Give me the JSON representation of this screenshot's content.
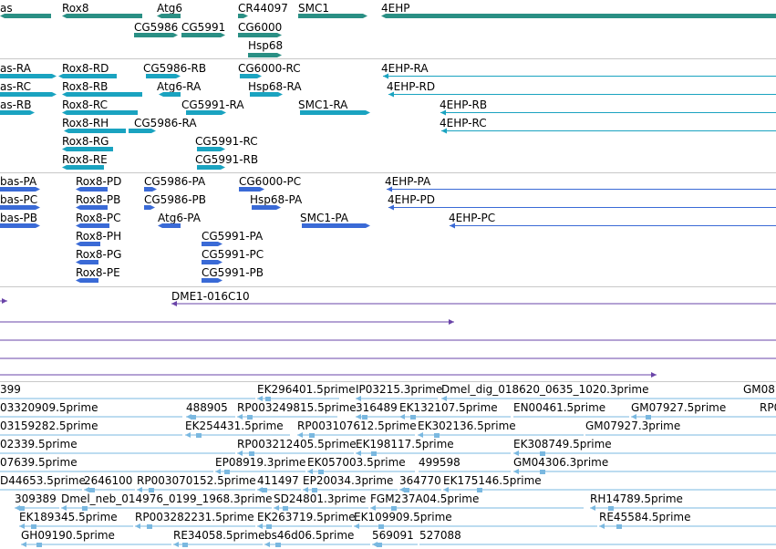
{
  "colors": {
    "genes": "#2a8f84",
    "flybase_transcripts": "#1aa3c0",
    "refseq_transcripts": "#3a6ad6",
    "contigs": "#6a44a8",
    "ests": "#7ab8e0",
    "divider": "#c8c8c8"
  },
  "tracks": {
    "genes": {
      "features": [
        {
          "label": "as",
          "seg": [
            [
              0,
              56
            ]
          ],
          "dir": "left"
        },
        {
          "label": "Rox8",
          "seg": [
            [
              68,
              156
            ]
          ],
          "dir": "left"
        },
        {
          "label": "Atg6",
          "seg": [
            [
              172,
              198
            ]
          ],
          "dir": "left"
        },
        {
          "label": "CR44097",
          "seg": [
            [
              261,
              272
            ]
          ],
          "dir": "right"
        },
        {
          "label": "SMC1",
          "seg": [
            [
              327,
              403
            ]
          ],
          "dir": "right"
        },
        {
          "label": "4EHP",
          "seg": [
            [
              418,
              851
            ]
          ],
          "dir": "left"
        },
        {
          "label": "CG5986",
          "seg": [
            [
              147,
              195
            ]
          ],
          "dir": "right"
        },
        {
          "label": "CG5991",
          "seg": [
            [
              199,
              247
            ]
          ],
          "dir": "right"
        },
        {
          "label": "CG6000",
          "seg": [
            [
              261,
              309
            ]
          ],
          "dir": "right"
        },
        {
          "label": "Hsp68",
          "seg": [
            [
              272,
              309
            ]
          ],
          "dir": "right"
        }
      ]
    },
    "flybase": {
      "features": [
        {
          "label": "as-RA",
          "dir": "right"
        },
        {
          "label": "Rox8-RD",
          "dir": "left"
        },
        {
          "label": "CG5986-RB",
          "dir": "right"
        },
        {
          "label": "CG6000-RC",
          "dir": "right"
        },
        {
          "label": "4EHP-RA",
          "dir": "left"
        },
        {
          "label": "as-RC",
          "dir": "right"
        },
        {
          "label": "Rox8-RB",
          "dir": "left"
        },
        {
          "label": "Atg6-RA",
          "dir": "left"
        },
        {
          "label": "Hsp68-RA",
          "dir": "right"
        },
        {
          "label": "4EHP-RD",
          "dir": "left"
        },
        {
          "label": "as-RB",
          "dir": "right"
        },
        {
          "label": "Rox8-RC",
          "dir": "left"
        },
        {
          "label": "CG5991-RA",
          "dir": "right"
        },
        {
          "label": "SMC1-RA",
          "dir": "right"
        },
        {
          "label": "4EHP-RB",
          "dir": "left"
        },
        {
          "label": "Rox8-RH",
          "dir": "left"
        },
        {
          "label": "CG5986-RA",
          "dir": "right"
        },
        {
          "label": "4EHP-RC",
          "dir": "left"
        },
        {
          "label": "Rox8-RG",
          "dir": "left"
        },
        {
          "label": "CG5991-RC",
          "dir": "right"
        },
        {
          "label": "Rox8-RE",
          "dir": "left"
        },
        {
          "label": "CG5991-RB",
          "dir": "right"
        }
      ]
    },
    "refseq": {
      "features": [
        {
          "label": "bas-PA",
          "dir": "right"
        },
        {
          "label": "Rox8-PD",
          "dir": "left"
        },
        {
          "label": "CG5986-PA",
          "dir": "right"
        },
        {
          "label": "CG6000-PC",
          "dir": "right"
        },
        {
          "label": "4EHP-PA",
          "dir": "left"
        },
        {
          "label": "bas-PC",
          "dir": "right"
        },
        {
          "label": "Rox8-PB",
          "dir": "left"
        },
        {
          "label": "CG5986-PB",
          "dir": "right"
        },
        {
          "label": "Hsp68-PA",
          "dir": "right"
        },
        {
          "label": "4EHP-PD",
          "dir": "left"
        },
        {
          "label": "bas-PB",
          "dir": "right"
        },
        {
          "label": "Rox8-PC",
          "dir": "left"
        },
        {
          "label": "Atg6-PA",
          "dir": "left"
        },
        {
          "label": "SMC1-PA",
          "dir": "right"
        },
        {
          "label": "4EHP-PC",
          "dir": "left"
        },
        {
          "label": "Rox8-PH",
          "dir": "left"
        },
        {
          "label": "CG5991-PA",
          "dir": "right"
        },
        {
          "label": "Rox8-PG",
          "dir": "left"
        },
        {
          "label": "CG5991-PC",
          "dir": "right"
        },
        {
          "label": "Rox8-PE",
          "dir": "left"
        },
        {
          "label": "CG5991-PB",
          "dir": "right"
        }
      ]
    },
    "contigs": {
      "features": [
        {
          "label": "",
          "dir": "right"
        },
        {
          "label": "DME1-016C10",
          "dir": "left"
        },
        {
          "label": "",
          "dir": "right"
        },
        {
          "label": "",
          "dir": "none"
        },
        {
          "label": "",
          "dir": "none"
        },
        {
          "label": "",
          "dir": "right"
        }
      ]
    },
    "ests": {
      "labels": [
        "399",
        "EK296401.5prime",
        "IP03215.3prime",
        "Dmel_dig_018620_0635_1020.3prime",
        "GM08",
        "03320909.5prime",
        "488905",
        "RP003249815.5prime",
        "316489",
        "EK132107.5prime",
        "EN00461.5prime",
        "GM07927.5prime",
        "RP0",
        "03159282.5prime",
        "EK254431.5prime",
        "RP003107612.5prime",
        "EK302136.5prime",
        "GM07927.3prime",
        "02339.5prime",
        "RP003212405.5prime",
        "EK198117.5prime",
        "EK308749.5prime",
        "07639.5prime",
        "EP08919.3prime",
        "EK057003.5prime",
        "499598",
        "GM04306.3prime",
        "D44653.5prime",
        "2646100",
        "RP003070152.5prime",
        "411497",
        "EP20034.3prime",
        "364770",
        "EK175146.5prime",
        "309389",
        "Dmel_neb_014976_0199_1968.3prime",
        "SD24801.3prime",
        "FGM237A04.5prime",
        "RH14789.5prime",
        "EK189345.5prime",
        "RP003282231.5prime",
        "EK263719.5prime",
        "EK109909.5prime",
        "RE45584.5prime",
        "GH09190.5prime",
        "RE34058.5prime",
        "bs46d06.5prime",
        "569091",
        "527088"
      ]
    }
  }
}
